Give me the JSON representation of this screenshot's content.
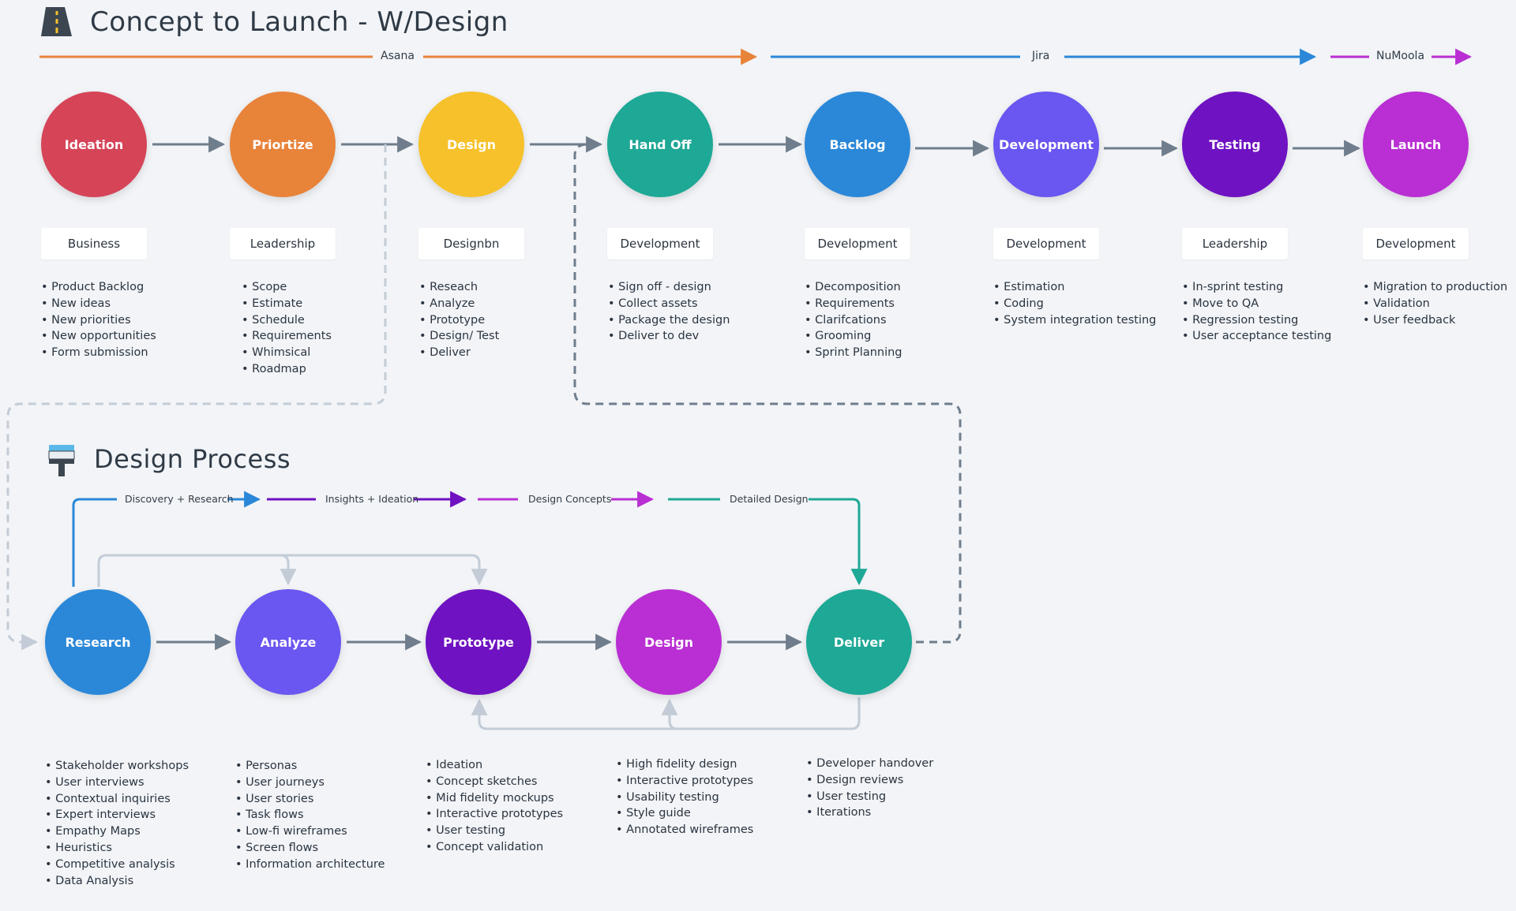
{
  "top": {
    "title": "Concept to Launch - W/Design",
    "icon": "road-icon",
    "tracks": [
      {
        "label": "Asana",
        "color": "#e8833a"
      },
      {
        "label": "Jira",
        "color": "#2d89d9"
      },
      {
        "label": "NuMoola",
        "color": "#b52fd1"
      }
    ],
    "stages": [
      {
        "label": "Ideation",
        "color": "#d64458",
        "tag": "Business",
        "items": [
          "Product Backlog",
          "New ideas",
          "New priorities",
          "New opportunities",
          "Form submission"
        ]
      },
      {
        "label": "Priortize",
        "color": "#e8833a",
        "tag": "Leadership",
        "items": [
          "Scope",
          "Estimate",
          "Schedule",
          "Requirements",
          "Whimsical",
          "Roadmap"
        ]
      },
      {
        "label": "Design",
        "color": "#f6c12a",
        "tag": "Designbn",
        "items": [
          "Reseach",
          "Analyze",
          "Prototype",
          "Design/ Test",
          "Deliver"
        ]
      },
      {
        "label": "Hand Off",
        "color": "#1ea896",
        "tag": "Development",
        "items": [
          "Sign off - design",
          "Collect assets",
          "Package the design",
          "Deliver to dev"
        ]
      },
      {
        "label": "Backlog",
        "color": "#2b88d8",
        "tag": "Development",
        "items": [
          "Decomposition",
          "Requirements",
          "Clarifcations",
          "Grooming",
          "Sprint Planning"
        ]
      },
      {
        "label": "Development",
        "color": "#6a56f0",
        "tag": "Development",
        "items": [
          "Estimation",
          "Coding",
          "System integration testing"
        ]
      },
      {
        "label": "Testing",
        "color": "#6f12c1",
        "tag": "Leadership",
        "items": [
          "In-sprint testing",
          "Move to QA",
          "Regression testing",
          "User acceptance testing"
        ]
      },
      {
        "label": "Launch",
        "color": "#b92fd3",
        "tag": "Development",
        "items": [
          "Migration to production",
          "Validation",
          "User feedback"
        ]
      }
    ]
  },
  "design": {
    "title": "Design Process",
    "icon": "paint-brush-icon",
    "phases": [
      {
        "label": "Discovery + Research",
        "color": "#2b88d8"
      },
      {
        "label": "Insights + Ideation",
        "color": "#6f12c1"
      },
      {
        "label": "Design Concepts",
        "color": "#b92fd3"
      },
      {
        "label": "Detailed Design",
        "color": "#1ea896"
      }
    ],
    "stages": [
      {
        "label": "Research",
        "color": "#2b88d8",
        "items": [
          "Stakeholder workshops",
          "User interviews",
          "Contextual inquiries",
          "Expert interviews",
          "Empathy Maps",
          "Heuristics",
          "Competitive analysis",
          "Data Analysis"
        ]
      },
      {
        "label": "Analyze",
        "color": "#6a56f0",
        "items": [
          "Personas",
          "User journeys",
          "User stories",
          "Task flows",
          "Low-fi wireframes",
          "Screen flows",
          "Information architecture"
        ]
      },
      {
        "label": "Prototype",
        "color": "#6f12c1",
        "items": [
          "Ideation",
          "Concept sketches",
          "Mid fidelity mockups",
          "Interactive prototypes",
          "User testing",
          "Concept validation"
        ]
      },
      {
        "label": "Design",
        "color": "#b92fd3",
        "items": [
          "High fidelity design",
          "Interactive prototypes",
          "Usability testing",
          "Style guide",
          "Annotated wireframes"
        ]
      },
      {
        "label": "Deliver",
        "color": "#1ea896",
        "items": [
          "Developer handover",
          "Design reviews",
          "User testing",
          "Iterations"
        ]
      }
    ]
  }
}
